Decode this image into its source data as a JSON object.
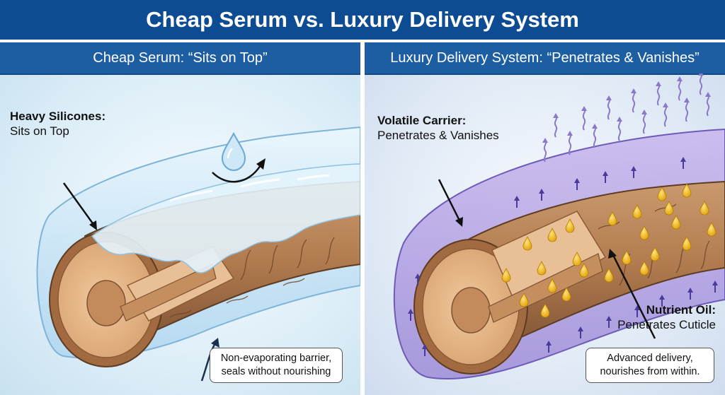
{
  "title": "Cheap Serum vs. Luxury Delivery System",
  "left_panel": {
    "header": "Cheap Serum: “Sits on Top”",
    "label_title": "Heavy Silicones:",
    "label_sub": "Sits on Top",
    "note_line1": "Non-evaporating barrier,",
    "note_line2": "seals without nourishing",
    "coating_color": "#bfe0f3",
    "hair_color": "#b9835a"
  },
  "right_panel": {
    "header": "Luxury Delivery System: “Penetrates & Vanishes”",
    "carrier_title": "Volatile Carrier:",
    "carrier_sub": "Penetrates & Vanishes",
    "oil_title": "Nutrient Oil:",
    "oil_sub": "Penetrates Cuticle",
    "note_line1": "Advanced delivery,",
    "note_line2": "nourishes from within.",
    "glow_color": "#9b86d6",
    "oil_color": "#f2b500"
  },
  "colors": {
    "title_bar": "#0d4c93",
    "panel_header": "#1d5ea3"
  }
}
